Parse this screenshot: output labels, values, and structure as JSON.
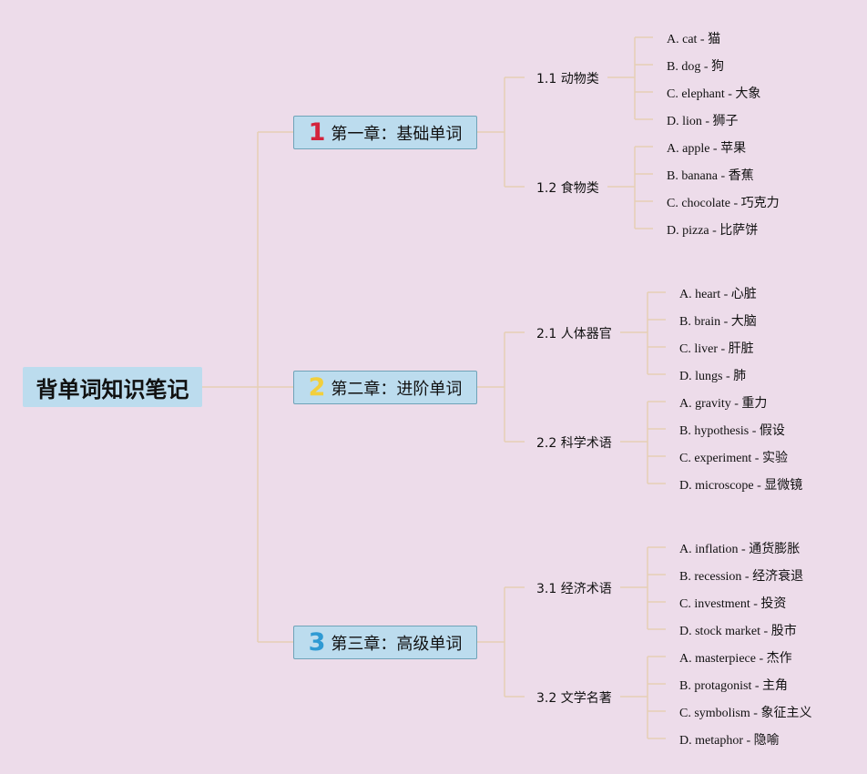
{
  "root": {
    "label": "背单词知识笔记"
  },
  "colors": {
    "background": "#eddcea",
    "node_fill": "#bcdcee",
    "connector": "#e6cfb4",
    "chapter_numbers": [
      "#d3243c",
      "#f2cf3c",
      "#2f9ad3"
    ]
  },
  "chapters": [
    {
      "number": "1",
      "label": "第一章：基础单词",
      "sections": [
        {
          "label": "1.1 动物类",
          "items": [
            "A. cat - 猫",
            "B. dog - 狗",
            "C. elephant - 大象",
            "D. lion - 狮子"
          ]
        },
        {
          "label": "1.2 食物类",
          "items": [
            "A. apple - 苹果",
            "B. banana - 香蕉",
            "C. chocolate - 巧克力",
            "D. pizza - 比萨饼"
          ]
        }
      ]
    },
    {
      "number": "2",
      "label": "第二章：进阶单词",
      "sections": [
        {
          "label": "2.1 人体器官",
          "items": [
            "A. heart - 心脏",
            "B. brain - 大脑",
            "C. liver - 肝脏",
            "D. lungs - 肺"
          ]
        },
        {
          "label": "2.2 科学术语",
          "items": [
            "A. gravity - 重力",
            "B. hypothesis - 假设",
            "C. experiment - 实验",
            "D. microscope - 显微镜"
          ]
        }
      ]
    },
    {
      "number": "3",
      "label": "第三章：高级单词",
      "sections": [
        {
          "label": "3.1 经济术语",
          "items": [
            "A. inflation - 通货膨胀",
            "B. recession - 经济衰退",
            "C. investment - 投资",
            "D. stock market - 股市"
          ]
        },
        {
          "label": "3.2 文学名著",
          "items": [
            "A. masterpiece - 杰作",
            "B. protagonist - 主角",
            "C. symbolism - 象征主义",
            "D. metaphor - 隐喻"
          ]
        }
      ]
    }
  ]
}
